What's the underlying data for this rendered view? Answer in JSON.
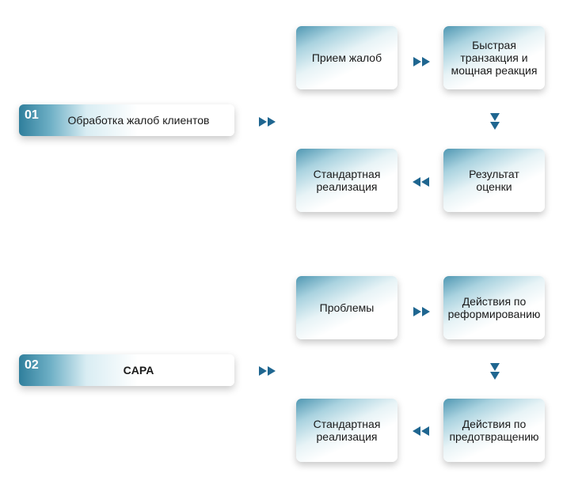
{
  "colors": {
    "accent": "#2f7f9c",
    "arrow": "#1f6690"
  },
  "section1": {
    "num": "01",
    "label": "Обработка жалоб клиентов",
    "cards": {
      "top_left": "Прием жалоб",
      "top_right": "Быстрая\nтранзакция и\nмощная реакция",
      "bottom_right": "Результат\nоценки",
      "bottom_left": "Стандартная\nреализация"
    }
  },
  "section2": {
    "num": "02",
    "label": "CAPA",
    "cards": {
      "top_left": "Проблемы",
      "top_right": "Действия по\nреформированию",
      "bottom_right": "Действия по\nпредотвращению",
      "bottom_left": "Стандартная\nреализация"
    }
  }
}
